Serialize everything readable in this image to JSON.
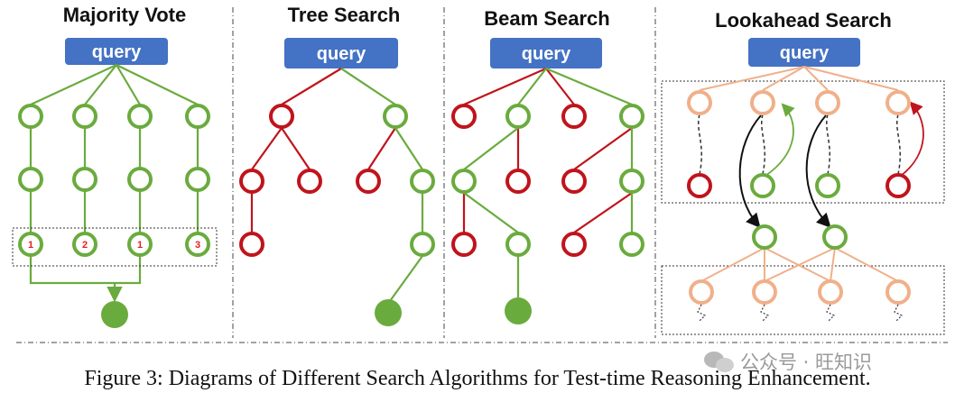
{
  "colors": {
    "green": "#6aab3e",
    "red": "#c0141c",
    "peach": "#f0b08a",
    "query": "#4472c4",
    "arrow_dark": "#111111"
  },
  "panels": [
    {
      "title": "Majority Vote",
      "query": "query",
      "votes": [
        "1",
        "2",
        "1",
        "3"
      ]
    },
    {
      "title": "Tree Search",
      "query": "query"
    },
    {
      "title": "Beam Search",
      "query": "query"
    },
    {
      "title": "Lookahead Search",
      "query": "query"
    }
  ],
  "caption": "Figure 3: Diagrams of Different Search Algorithms for Test-time Reasoning Enhancement.",
  "watermark": {
    "text": "公众号 · 旺知识",
    "icon": "wechat-icon"
  }
}
